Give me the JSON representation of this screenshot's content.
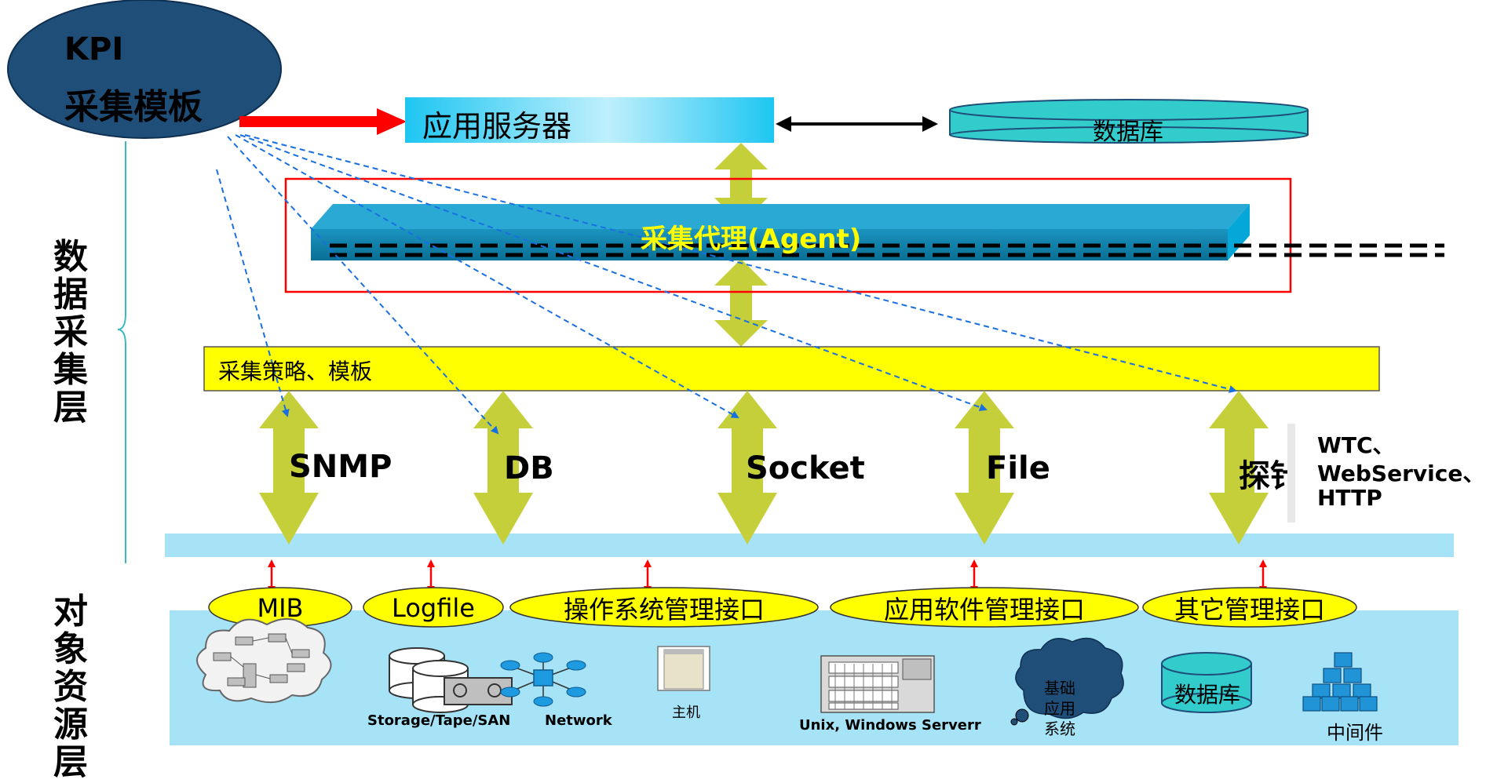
{
  "kpi_template": {
    "line1": "KPI",
    "line2": "采集模板"
  },
  "app_server": {
    "label": "应用服务器"
  },
  "database_top": {
    "label": "数据库"
  },
  "agent": {
    "label": "采集代理(Agent)"
  },
  "strategy_bar": {
    "label": "采集策略、模板"
  },
  "layer_labels": {
    "collection": "数据采集层",
    "resource": "对象资源层"
  },
  "protocols": [
    {
      "label": "SNMP"
    },
    {
      "label": "DB"
    },
    {
      "label": "Socket"
    },
    {
      "label": "File"
    },
    {
      "label": "探针"
    }
  ],
  "probe_note": {
    "line1": "WTC、",
    "line2": "WebService、",
    "line3": "HTTP"
  },
  "interfaces": [
    {
      "label": "MIB"
    },
    {
      "label": "Logfile"
    },
    {
      "label": "操作系统管理接口"
    },
    {
      "label": "应用软件管理接口"
    },
    {
      "label": "其它管理接口"
    }
  ],
  "resources": {
    "storage": "Storage/Tape/SAN",
    "network": "Network",
    "host": "主机",
    "servers": "Unix, Windows Serverr",
    "base_app": "基础应用系统",
    "database": "数据库",
    "middleware": "中间件"
  },
  "colors": {
    "dark_blue": "#1f4e79",
    "cyan_db": "#33cccc",
    "agent_teal": "#0e7fa6",
    "yellow": "#ffff00",
    "olive_arrow": "#c5cf3a",
    "light_blue": "#a6e3f7",
    "red": "#ff0000",
    "dashed_blue": "#1a6fe0"
  }
}
